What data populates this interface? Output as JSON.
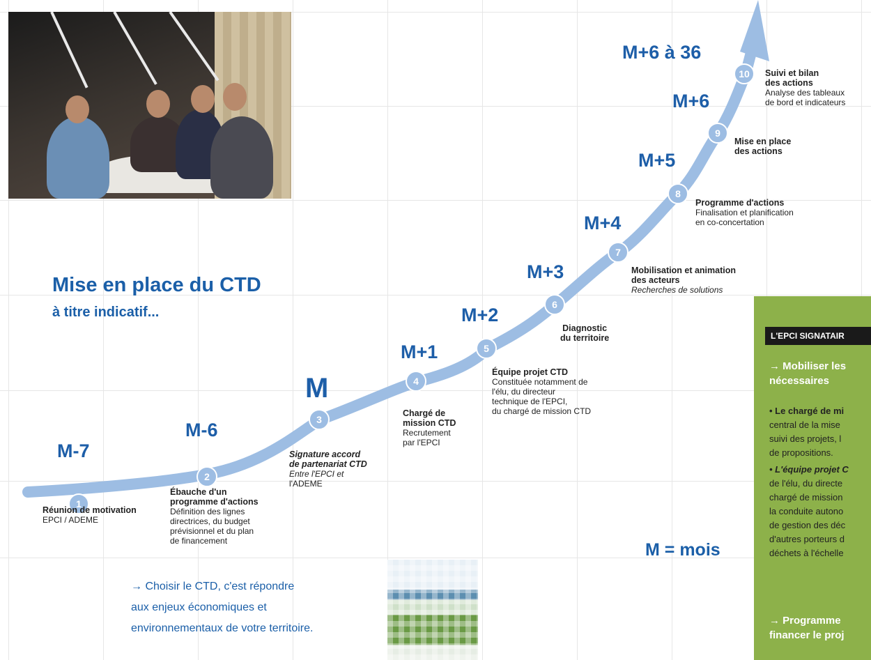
{
  "title": {
    "main": "Mise en place du CTD",
    "sub": "à titre indicatif..."
  },
  "milestones": [
    {
      "month": "M-7",
      "num": "1",
      "head": "Réunion de motivation",
      "lines": [
        "EPCI / ADEME"
      ]
    },
    {
      "month": "M-6",
      "num": "2",
      "head": "Ébauche d'un programme d'actions",
      "lines": [
        "Définition des lignes",
        "directrices, du budget",
        "prévisionnel et du plan",
        "de financement"
      ]
    },
    {
      "month": "M",
      "num": "3",
      "head": "Signature accord de partenariat CTD",
      "lines": [
        "Entre l'EPCI et",
        "l'ADEME"
      ]
    },
    {
      "month": "M+1",
      "num": "4",
      "head": "Chargé de mission CTD",
      "lines": [
        "Recrutement",
        "par l'EPCI"
      ]
    },
    {
      "month": "M+2",
      "num": "5",
      "head": "Équipe projet CTD",
      "lines": [
        "Constituée notamment de",
        "l'élu, du directeur",
        "technique de l'EPCI,",
        "du chargé de mission CTD"
      ]
    },
    {
      "month": "M+3",
      "num": "6",
      "head": "Diagnostic du territoire",
      "lines": []
    },
    {
      "month": "M+4",
      "num": "7",
      "head": "Mobilisation et animation des acteurs",
      "lines": [
        "Recherches de solutions"
      ]
    },
    {
      "month": "M+5",
      "num": "8",
      "head": "Programme d'actions",
      "lines": [
        "Finalisation et planification",
        "en co-concertation"
      ]
    },
    {
      "month": "M+6",
      "num": "9",
      "head": "Mise en place des actions",
      "lines": []
    },
    {
      "month": "M+6 à 36",
      "num": "10",
      "head": "Suivi et bilan des actions",
      "lines": [
        "Analyse des tableaux",
        "de bord et indicateurs"
      ]
    }
  ],
  "legend": "M = mois",
  "bottom": {
    "line1": "→ Choisir le CTD, c'est répondre",
    "line2": "aux enjeux économiques et",
    "line3": "environnementaux de votre territoire."
  },
  "panel": {
    "badge": "L'EPCI SIGNATAIR",
    "arrow1_l1": "→ Mobiliser les",
    "arrow1_l2": "nécessaires",
    "p1_bold": "• Le chargé de mi",
    "p1_l2": "central de la mise",
    "p1_l3": "suivi des projets, l",
    "p1_l4": "de propositions.",
    "p2_bold": "• L'équipe projet C",
    "p2_l2": "de l'élu, du directe",
    "p2_l3": "chargé de mission",
    "p2_l4": "la conduite autono",
    "p2_l5": "de gestion des déc",
    "p2_l6": "d'autres porteurs d",
    "p2_l7": "déchets à l'échelle",
    "arrow2_l1": "→ Programme",
    "arrow2_l2": "financer le proj"
  },
  "colors": {
    "curve": "#9dbde3",
    "dot": "#9dbde3",
    "blue_text": "#1d5ea8",
    "panel": "#8db14a"
  }
}
